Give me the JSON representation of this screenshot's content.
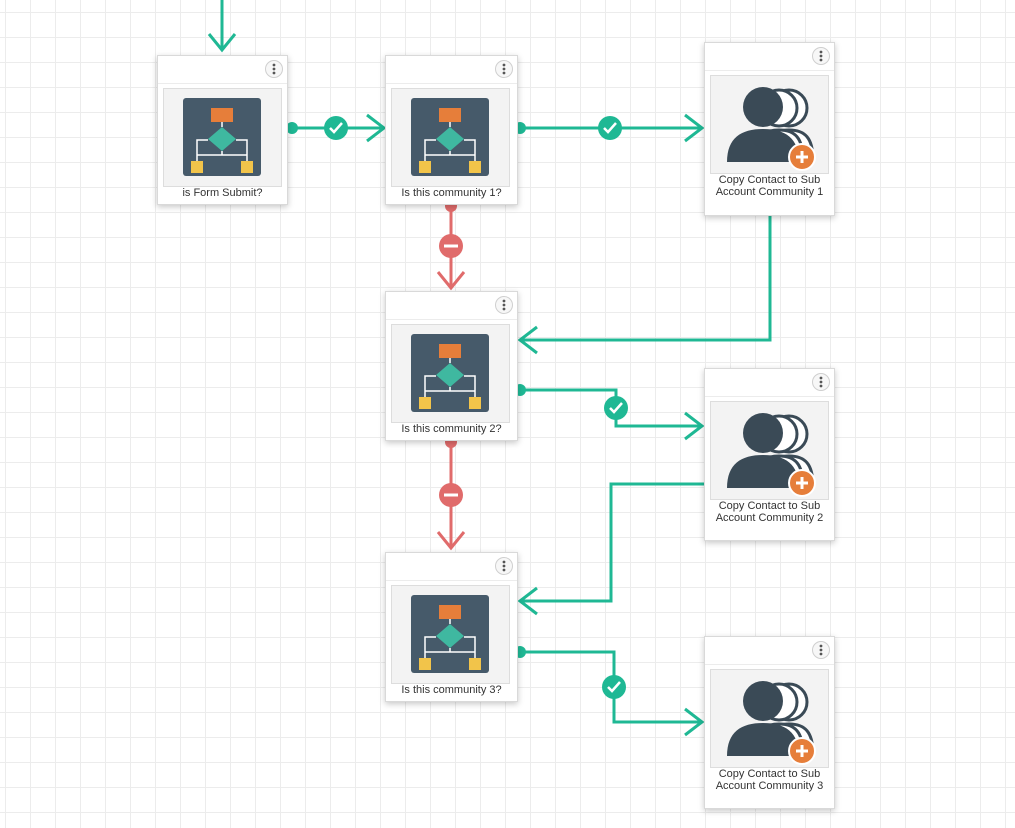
{
  "colors": {
    "success": "#1fb894",
    "failure": "#e06b6b",
    "icon_bg": "#465a6a",
    "icon_orange": "#e67e3a",
    "icon_teal": "#3fb8a0",
    "icon_yellow": "#f2c44a",
    "contact_dark": "#3a4a56",
    "plus_orange": "#e67e3a"
  },
  "nodes": [
    {
      "type": "condition",
      "icon": "decision-flowchart-icon",
      "label": "is Form Submit?"
    },
    {
      "type": "condition",
      "icon": "decision-flowchart-icon",
      "label": "Is this community 1?"
    },
    {
      "type": "action",
      "icon": "add-contact-group-icon",
      "label": "Copy Contact to Sub Account Community 1"
    },
    {
      "type": "condition",
      "icon": "decision-flowchart-icon",
      "label": "Is this community 2?"
    },
    {
      "type": "action",
      "icon": "add-contact-group-icon",
      "label": "Copy Contact to Sub Account Community 2"
    },
    {
      "type": "condition",
      "icon": "decision-flowchart-icon",
      "label": "Is this community 3?"
    },
    {
      "type": "action",
      "icon": "add-contact-group-icon",
      "label": "Copy Contact to Sub Account Community 3"
    }
  ]
}
